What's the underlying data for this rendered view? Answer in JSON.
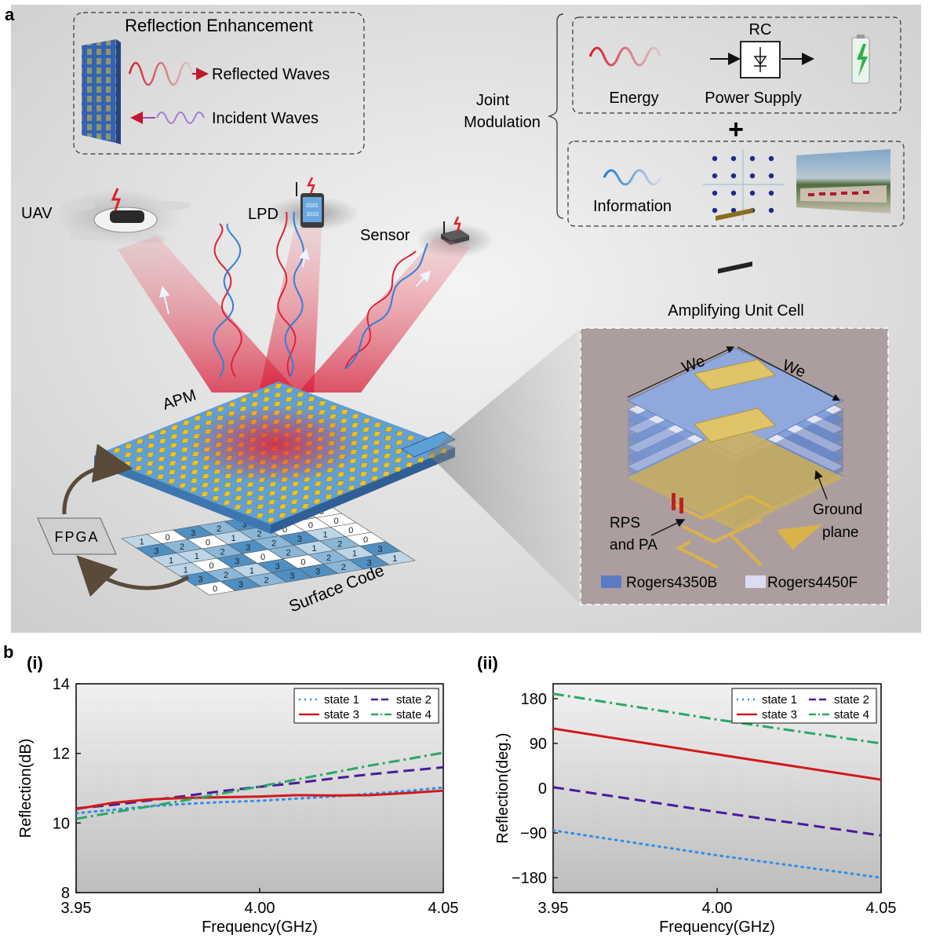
{
  "panel_a": {
    "label": "a",
    "reflection_box": {
      "title": "Reflection Enhancement",
      "reflected": "Reflected Waves",
      "incident": "Incident Waves"
    },
    "devices": {
      "uav": "UAV",
      "lpd": "LPD",
      "lpd_screen": [
        "0101",
        "1010"
      ],
      "sensor": "Sensor"
    },
    "apm_label": "APM",
    "fpga_label": "FPGA",
    "surface_code_label": "Surface Code",
    "surface_code_digits": [
      "1",
      "0",
      "3",
      "2",
      "3",
      "2",
      "1",
      "0",
      "3",
      "2",
      "0",
      "1",
      "2",
      "0",
      "0",
      "0",
      "1",
      "1",
      "2",
      "3",
      "2",
      "3",
      "1",
      "0",
      "1",
      "0",
      "3",
      "0",
      "2",
      "1",
      "2",
      "0",
      "3",
      "2",
      "1",
      "3",
      "0",
      "2",
      "1",
      "3",
      "0",
      "3",
      "2",
      "3",
      "3",
      "2",
      "3",
      "1"
    ],
    "joint_modulation": {
      "label_line1": "Joint",
      "label_line2": "Modulation",
      "energy": "Energy",
      "rc": "RC",
      "power_supply": "Power Supply",
      "plus": "+",
      "information": "Information"
    },
    "unit_cell": {
      "title": "Amplifying Unit Cell",
      "we_left": "We",
      "we_right": "We",
      "rps_line1": "RPS",
      "rps_line2": "and PA",
      "ground_line1": "Ground",
      "ground_line2": "plane",
      "legend_a": "Rogers4350B",
      "legend_b": "Rogers4450F"
    }
  },
  "panel_b": {
    "label": "b",
    "legend": [
      "state 1",
      "state 2",
      "state 3",
      "state 4"
    ],
    "colors": {
      "state 1": "#2f8fe8",
      "state 2": "#4a1a9c",
      "state 3": "#d11a1a",
      "state 4": "#2aa866"
    },
    "sub_i_label": "(i)",
    "sub_ii_label": "(ii)",
    "xlabel": "Frequency(GHz)",
    "ylabel_i": "Reflection(dB)",
    "ylabel_ii": "Reflection(deg.)",
    "xticks": [
      "3.95",
      "4.00",
      "4.05"
    ],
    "yticks_i": [
      "8",
      "10",
      "12",
      "14"
    ],
    "yticks_ii": [
      "-180",
      "-90",
      "0",
      "90",
      "180"
    ]
  },
  "chart_data": [
    {
      "type": "line",
      "title": "(i)",
      "xlabel": "Frequency(GHz)",
      "ylabel": "Reflection(dB)",
      "xlim": [
        3.95,
        4.05
      ],
      "ylim": [
        8,
        14
      ],
      "legend_position": "top-right",
      "series": [
        {
          "name": "state 1",
          "style": "dotted",
          "color": "#2f8fe8",
          "x": [
            3.95,
            3.96,
            3.97,
            3.98,
            3.99,
            4.0,
            4.01,
            4.02,
            4.03,
            4.04,
            4.05
          ],
          "y": [
            10.28,
            10.38,
            10.48,
            10.55,
            10.6,
            10.64,
            10.7,
            10.76,
            10.84,
            10.92,
            11.02
          ]
        },
        {
          "name": "state 2",
          "style": "dashed",
          "color": "#4a1a9c",
          "x": [
            3.95,
            3.96,
            3.97,
            3.98,
            3.99,
            4.0,
            4.01,
            4.02,
            4.03,
            4.04,
            4.05
          ],
          "y": [
            10.42,
            10.52,
            10.65,
            10.78,
            10.92,
            11.04,
            11.15,
            11.28,
            11.4,
            11.5,
            11.6
          ]
        },
        {
          "name": "state 3",
          "style": "solid",
          "color": "#d11a1a",
          "x": [
            3.95,
            3.96,
            3.97,
            3.98,
            3.99,
            4.0,
            4.01,
            4.02,
            4.03,
            4.04,
            4.05
          ],
          "y": [
            10.4,
            10.58,
            10.68,
            10.72,
            10.74,
            10.76,
            10.8,
            10.79,
            10.8,
            10.86,
            10.93
          ]
        },
        {
          "name": "state 4",
          "style": "dashdot",
          "color": "#2aa866",
          "x": [
            3.95,
            3.96,
            3.97,
            3.98,
            3.99,
            4.0,
            4.01,
            4.02,
            4.03,
            4.04,
            4.05
          ],
          "y": [
            10.12,
            10.3,
            10.48,
            10.66,
            10.85,
            11.05,
            11.25,
            11.45,
            11.65,
            11.83,
            12.02
          ]
        }
      ]
    },
    {
      "type": "line",
      "title": "(ii)",
      "xlabel": "Frequency(GHz)",
      "ylabel": "Reflection(deg.)",
      "xlim": [
        3.95,
        4.05
      ],
      "ylim": [
        -210,
        210
      ],
      "legend_position": "top-right",
      "series": [
        {
          "name": "state 1",
          "style": "dotted",
          "color": "#2f8fe8",
          "x": [
            3.95,
            4.0,
            4.05
          ],
          "y": [
            -85,
            -135,
            -180
          ]
        },
        {
          "name": "state 2",
          "style": "dashed",
          "color": "#4a1a9c",
          "x": [
            3.95,
            4.0,
            4.05
          ],
          "y": [
            2,
            -48,
            -95
          ]
        },
        {
          "name": "state 3",
          "style": "solid",
          "color": "#d11a1a",
          "x": [
            3.95,
            4.0,
            4.05
          ],
          "y": [
            120,
            68,
            17
          ]
        },
        {
          "name": "state 4",
          "style": "dashdot",
          "color": "#2aa866",
          "x": [
            3.95,
            4.0,
            4.05
          ],
          "y": [
            190,
            138,
            90
          ]
        }
      ]
    }
  ]
}
